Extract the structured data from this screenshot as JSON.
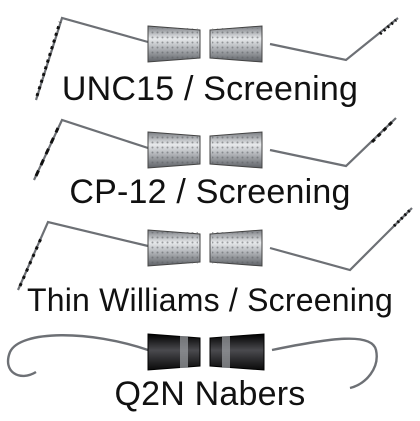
{
  "image": {
    "description_colors": {
      "background": "#ffffff",
      "steel": "#b9bcc0",
      "steel_dark": "#6d7075",
      "handle_black": "#1c1c1e",
      "label_text": "#111111"
    }
  },
  "instruments": [
    {
      "label": "UNC15 / Screening"
    },
    {
      "label": "CP-12 / Screening"
    },
    {
      "label": "Thin Williams / Screening"
    },
    {
      "label": "Q2N Nabers"
    }
  ]
}
